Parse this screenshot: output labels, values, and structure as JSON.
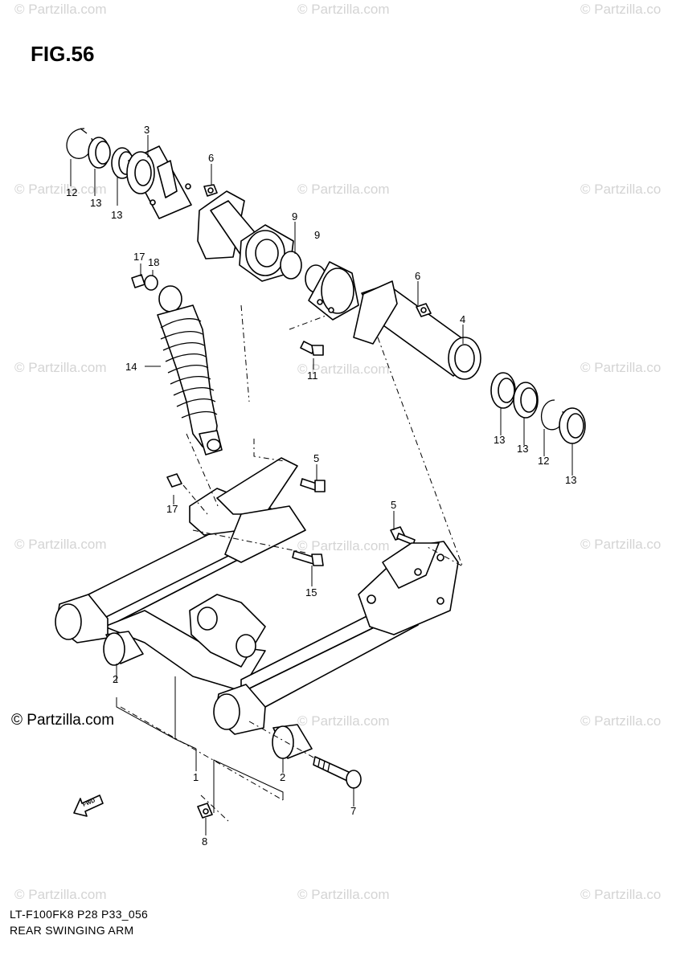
{
  "figure": {
    "title": "FIG.56",
    "code": "LT-F100FK8 P28 P33_056",
    "name": "REAR SWINGING ARM",
    "fwd_label": "FWD"
  },
  "watermark": {
    "text": "© Partzilla.com",
    "text_clipped": "© Partzilla.co"
  },
  "callouts": {
    "c1": "1",
    "c2a": "2",
    "c2b": "2",
    "c3": "3",
    "c4": "4",
    "c5a": "5",
    "c5b": "5",
    "c6a": "6",
    "c6b": "6",
    "c7": "7",
    "c8": "8",
    "c9a": "9",
    "c9b": "9",
    "c11": "11",
    "c12a": "12",
    "c12b": "12",
    "c13a": "13",
    "c13b": "13",
    "c13c": "13",
    "c13d": "13",
    "c13e": "13",
    "c14": "14",
    "c15": "15",
    "c17a": "17",
    "c17b": "17",
    "c18": "18"
  }
}
